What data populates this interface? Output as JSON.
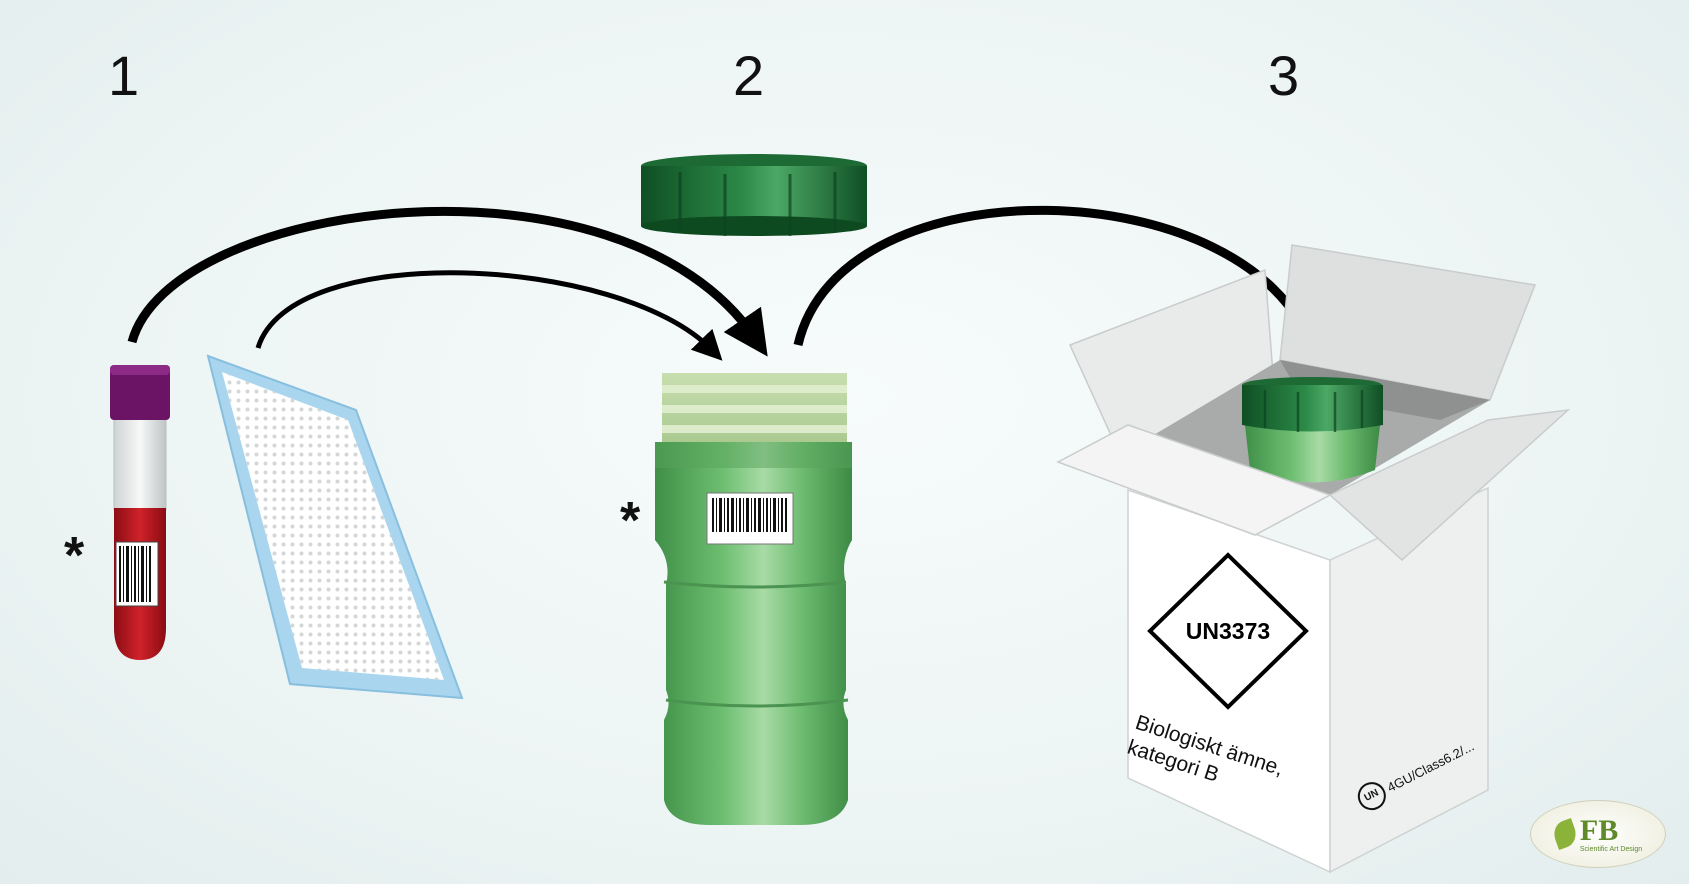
{
  "steps": [
    "1",
    "2",
    "3"
  ],
  "asterisk": "*",
  "hazard_label": "UN3373",
  "box_text": {
    "line1": "Biologiskt ämne,",
    "line2": "kategori B"
  },
  "un_mark": {
    "symbol": "UN",
    "code": "4GU/Class6.2/..."
  },
  "logo": {
    "letters": "FB",
    "subtitle": "Scientific Art Design"
  },
  "colors": {
    "tube_cap": "#6b1466",
    "blood": "#b3121a",
    "container_green": "#5fae62",
    "lid_green": "#1f6e3a",
    "pad_border": "#a9d6ee"
  }
}
